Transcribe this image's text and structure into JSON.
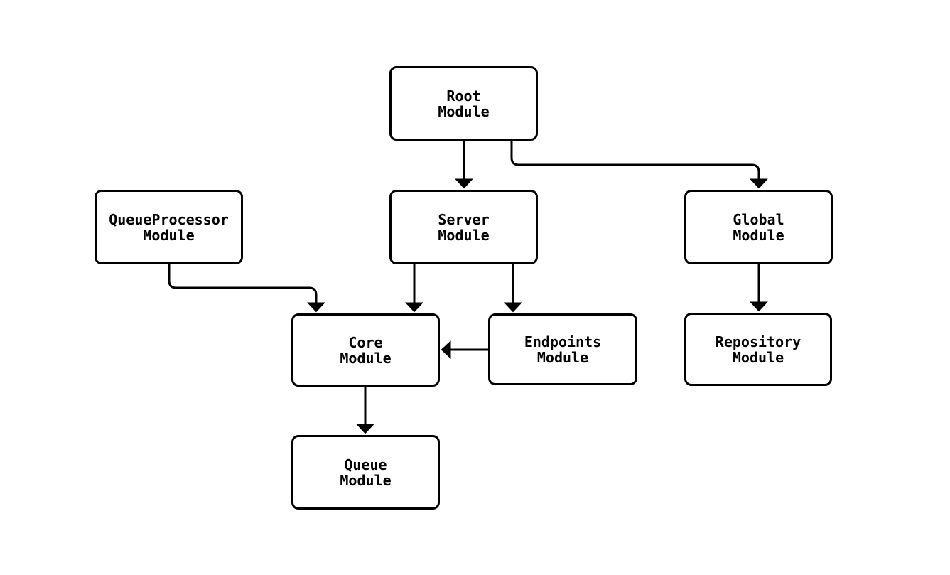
{
  "diagram": {
    "type": "flowchart",
    "background_color": "#ffffff",
    "node_fill_color": "#ffffff",
    "node_stroke_color": "#000000",
    "edge_color": "#000000",
    "nodes": {
      "root": {
        "label": "Root\nModule"
      },
      "queue_processor": {
        "label": "QueueProcessor\nModule"
      },
      "server": {
        "label": "Server\nModule"
      },
      "global": {
        "label": "Global\nModule"
      },
      "core": {
        "label": "Core\nModule"
      },
      "endpoints": {
        "label": "Endpoints\nModule"
      },
      "repository": {
        "label": "Repository\nModule"
      },
      "queue": {
        "label": "Queue\nModule"
      }
    },
    "edges": [
      {
        "from": "Root Module",
        "to": "Server Module"
      },
      {
        "from": "Root Module",
        "to": "Global Module"
      },
      {
        "from": "QueueProcessor Module",
        "to": "Core Module"
      },
      {
        "from": "Server Module",
        "to": "Core Module"
      },
      {
        "from": "Server Module",
        "to": "Endpoints Module"
      },
      {
        "from": "Endpoints Module",
        "to": "Core Module"
      },
      {
        "from": "Global Module",
        "to": "Repository Module"
      },
      {
        "from": "Core Module",
        "to": "Queue Module"
      }
    ]
  }
}
